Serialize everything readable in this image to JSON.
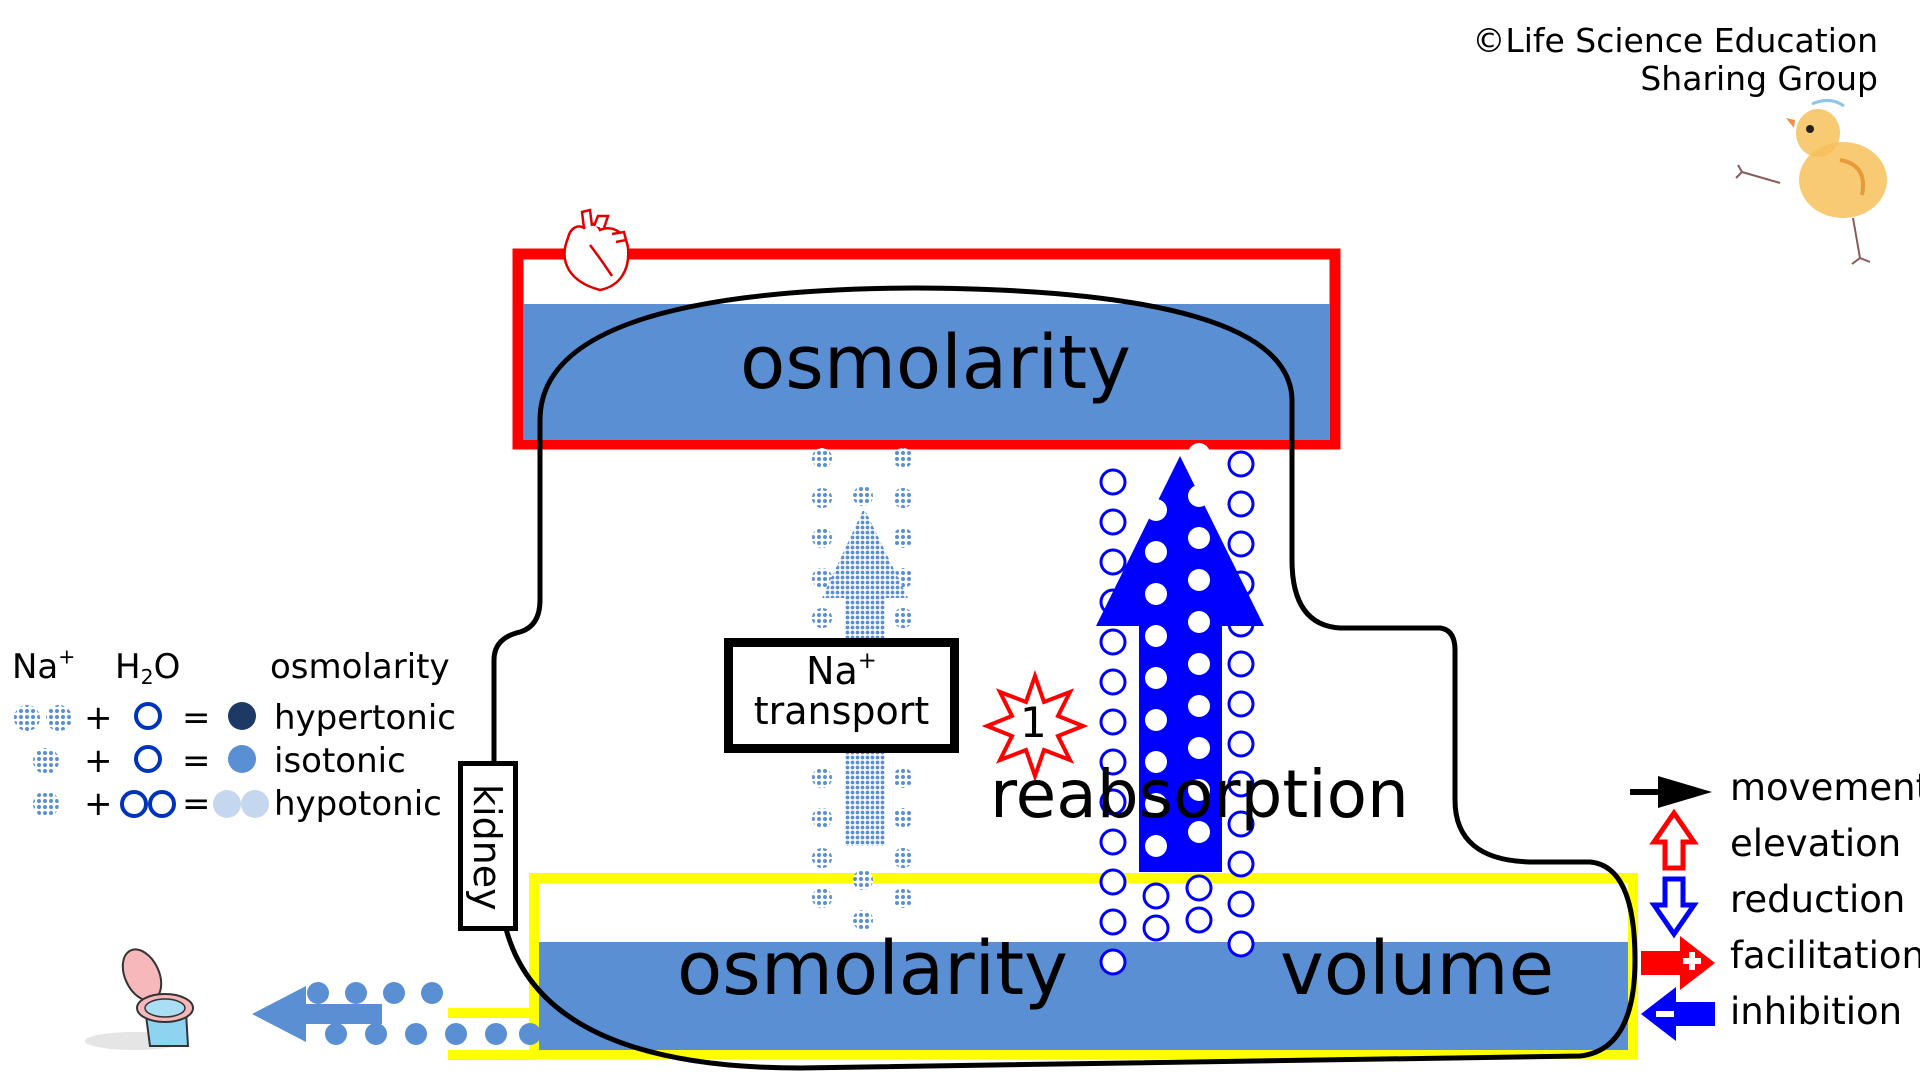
{
  "copyright": {
    "line1": "©Life Science Education",
    "line2": "Sharing Group"
  },
  "heart_compartment": {
    "icon": "heart-icon",
    "border_color": "#ff0000",
    "fill_color": "#5a8fd4",
    "label": "osmolarity"
  },
  "kidney_compartment": {
    "border_color": "#ffff00",
    "fill_color": "#5a8fd4",
    "label_left": "osmolarity",
    "label_right": "volume"
  },
  "kidney_tag": "kidney",
  "na_transport": {
    "label_main": "Na",
    "label_sup": "+",
    "label_line2": "transport"
  },
  "reabsorption": {
    "label": "reabsorption",
    "arrow_color": "#0000ff",
    "badge_number": "1",
    "badge_color": "#ff0000"
  },
  "excretion": {
    "icon": "toilet-icon",
    "arrow_color": "#5a8fd4"
  },
  "mascot": "chick-icon",
  "osmolarity_legend": {
    "headers": {
      "na": "Na",
      "na_sup": "+",
      "h2o_h": "H",
      "h2o_sub": "2",
      "h2o_o": "O",
      "osmolarity": "osmolarity"
    },
    "rows": [
      {
        "na_count": 2,
        "h2o_count": 1,
        "result_color": "#1c3a63",
        "result_count": 1,
        "label": "hypertonic"
      },
      {
        "na_count": 1,
        "h2o_count": 1,
        "result_color": "#5a8fd4",
        "result_count": 1,
        "label": "isotonic"
      },
      {
        "na_count": 1,
        "h2o_count": 2,
        "result_color": "#c5d7ee",
        "result_count": 2,
        "label": "hypotonic"
      }
    ],
    "plus": "+",
    "equals": "="
  },
  "arrow_key": [
    {
      "icon": "black-arrow-right-icon",
      "color": "#000000",
      "label": "movement"
    },
    {
      "icon": "red-outline-arrow-up-icon",
      "color": "#ff0000",
      "label": "elevation"
    },
    {
      "icon": "blue-outline-arrow-down-icon",
      "color": "#0000ff",
      "label": "reduction"
    },
    {
      "icon": "red-plus-arrow-right-icon",
      "color": "#ff0000",
      "label": "facilitation"
    },
    {
      "icon": "blue-minus-arrow-left-icon",
      "color": "#0000ff",
      "label": "inhibition"
    }
  ]
}
